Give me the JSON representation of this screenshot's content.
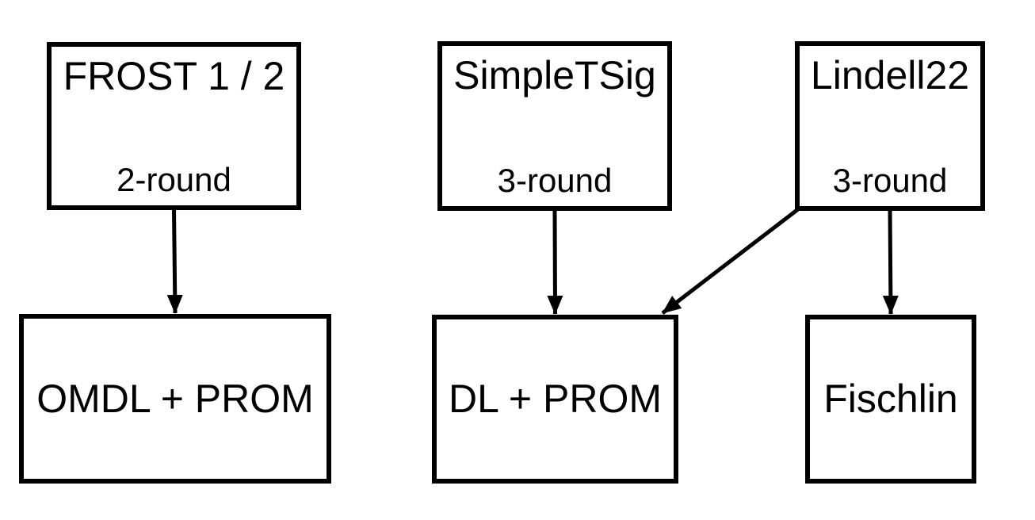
{
  "colors": {
    "ink": "#000000",
    "background": "#ffffff"
  },
  "diagram": {
    "nodes": [
      {
        "id": "frost",
        "title": "FROST 1 / 2",
        "subtitle": "2-round"
      },
      {
        "id": "simpletsig",
        "title": "SimpleTSig",
        "subtitle": "3-round"
      },
      {
        "id": "lindell22",
        "title": "Lindell22",
        "subtitle": "3-round"
      },
      {
        "id": "omdl-prom",
        "title": "OMDL + PROM"
      },
      {
        "id": "dl-prom",
        "title": "DL + PROM"
      },
      {
        "id": "fischlin",
        "title": "Fischlin"
      }
    ],
    "edges": [
      {
        "from": "frost",
        "to": "omdl-prom",
        "from_anchor": "bottom-center",
        "to_anchor": "top-center"
      },
      {
        "from": "simpletsig",
        "to": "dl-prom",
        "from_anchor": "bottom-center",
        "to_anchor": "top-center"
      },
      {
        "from": "lindell22",
        "to": "dl-prom",
        "from_anchor": "bottom-left",
        "to_anchor": "top-right"
      },
      {
        "from": "lindell22",
        "to": "fischlin",
        "from_anchor": "bottom-center",
        "to_anchor": "top-center"
      }
    ]
  }
}
